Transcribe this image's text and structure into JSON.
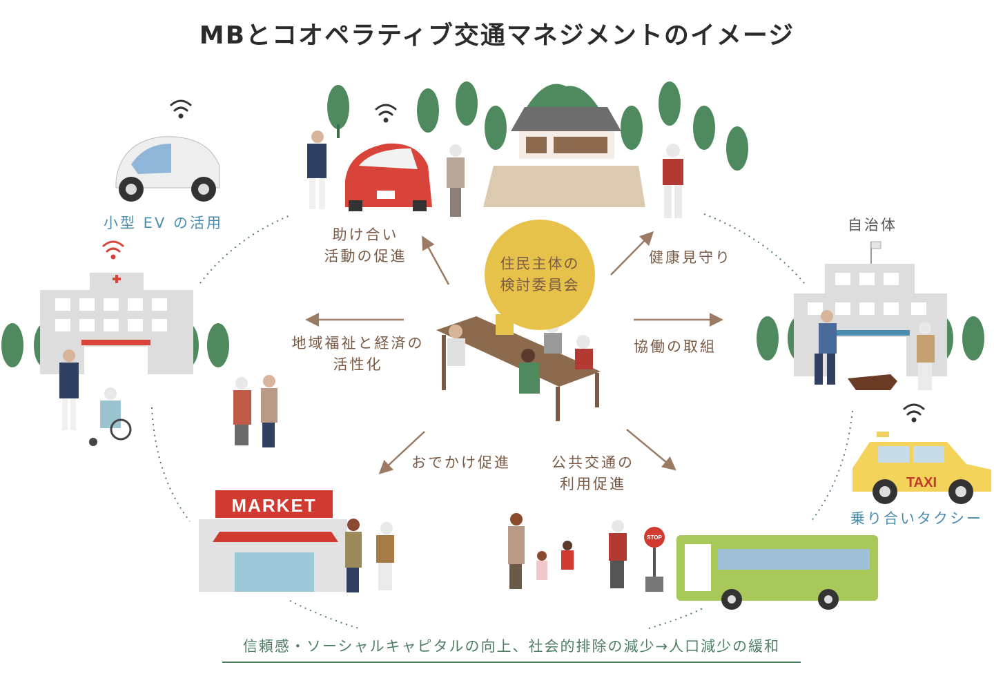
{
  "title": "MBとコオペラティブ交通マネジメントのイメージ",
  "center": {
    "line1": "住民主体の",
    "line2": "検討委員会"
  },
  "labels": {
    "small_ev": "小型 EV の活用",
    "mutual_aid_1": "助け合い",
    "mutual_aid_2": "活動の促進",
    "health_watch": "健康見守り",
    "municipality": "自治体",
    "regional_1": "地域福祉と経済の",
    "regional_2": "活性化",
    "cooperation": "協働の取組",
    "outing": "おでかけ促進",
    "public_transit_1": "公共交通の",
    "public_transit_2": "利用促進",
    "shared_taxi": "乗り合いタクシー"
  },
  "signs": {
    "market": "MARKET",
    "taxi": "TAXI",
    "stop": "STOP"
  },
  "footer": "信頼感・ソーシャルキャピタルの向上、社会的排除の減少→人口減少の緩和",
  "colors": {
    "brown": "#7a5a45",
    "arrow": "#9b7b63",
    "yellow": "#e7c24a",
    "green_tree": "#4f8a5e",
    "blue_label": "#4a8cb0",
    "footer_green": "#4f7e63",
    "red_car": "#d9443a",
    "bus_green": "#a9c85a",
    "market_red": "#d13a30"
  },
  "icons": [
    "wifi-icon",
    "tree-icon",
    "red-cross-icon",
    "arrow-icon"
  ]
}
